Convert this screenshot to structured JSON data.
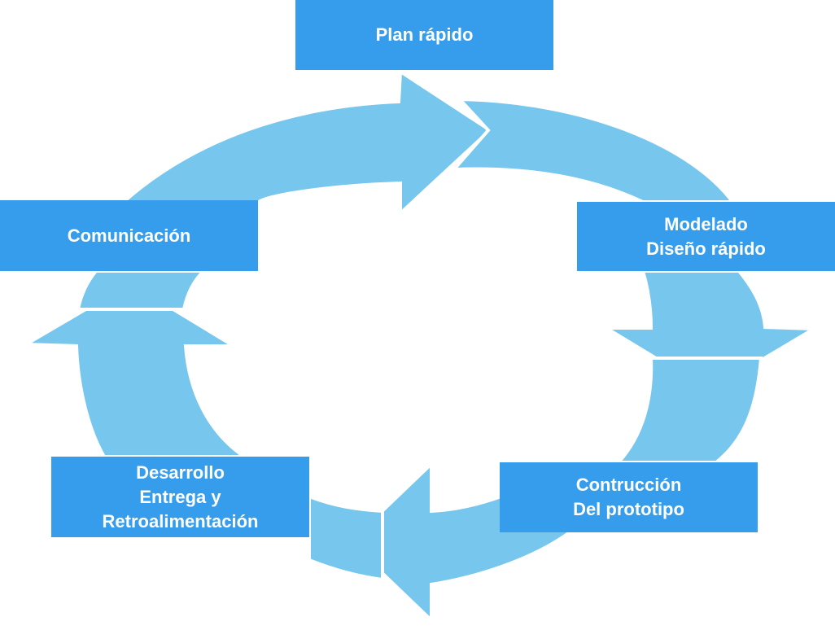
{
  "colors": {
    "arrow_fill": "#76c6ee",
    "box_fill": "#369ded",
    "text": "#ffffff",
    "background": "#ffffff"
  },
  "stages": [
    {
      "lines": [
        "Plan rápido"
      ]
    },
    {
      "lines": [
        "Modelado",
        "Diseño rápido"
      ]
    },
    {
      "lines": [
        "Contrucción",
        "Del prototipo"
      ]
    },
    {
      "lines": [
        "Desarrollo",
        "Entrega y",
        "Retroalimentación"
      ]
    },
    {
      "lines": [
        "Comunicación"
      ]
    }
  ]
}
